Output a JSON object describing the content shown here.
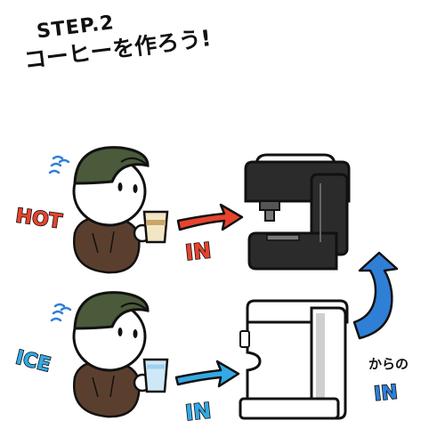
{
  "heading": {
    "step": "STEP.2",
    "subtitle": "コーヒーを作ろう!"
  },
  "hot_row": {
    "temp_label": "HOT",
    "in_label": "IN",
    "cup": "hot-coffee-cup"
  },
  "ice_row": {
    "temp_label": "ICE",
    "in_label": "IN",
    "cup": "iced-drink-cup"
  },
  "empty_cycle": {
    "caption": "からの",
    "in_label": "IN"
  },
  "colors": {
    "hot_label_fill": "#e8432d",
    "ice_label_fill": "#34a9e6",
    "hot_arrow": "#e8432d",
    "ice_arrow": "#34a9e6",
    "cycle_arrow": "#2f7fd6",
    "cap": "#4a5a3a",
    "apron": "#5b3f2e",
    "machine_dark": "#2b2b2b",
    "machine_light": "#ffffff"
  }
}
